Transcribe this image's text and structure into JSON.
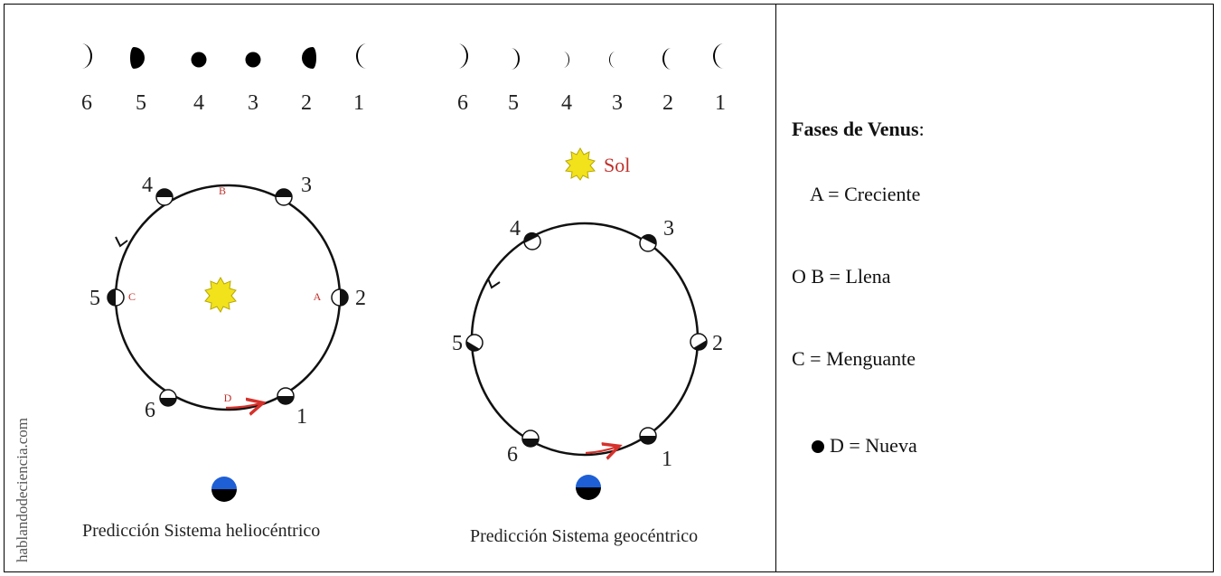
{
  "watermark": "hablandodeciencia.com",
  "helio": {
    "top_numbers": [
      "6",
      "5",
      "4",
      "3",
      "2",
      "1"
    ],
    "orbit_numbers": [
      "4",
      "3",
      "5",
      "2",
      "6",
      "1"
    ],
    "letters": [
      "B",
      "A",
      "C",
      "D"
    ],
    "caption": "Predicción Sistema heliocéntrico"
  },
  "geo": {
    "top_numbers": [
      "6",
      "5",
      "4",
      "3",
      "2",
      "1"
    ],
    "sun_label": "Sol",
    "orbit_numbers": [
      "4",
      "3",
      "5",
      "2",
      "6",
      "1"
    ],
    "caption": "Predicción Sistema geocéntrico"
  },
  "legend": {
    "title": "Fases de Venus",
    "colon": ":",
    "items": [
      "A = Creciente",
      "O B = Llena",
      "C = Menguante",
      "D = Nueva"
    ]
  },
  "colors": {
    "letters": "#c0302b",
    "sun": "#f2e21c",
    "earth_blue": "#1e5fd6",
    "arrow": "#d6312b"
  }
}
